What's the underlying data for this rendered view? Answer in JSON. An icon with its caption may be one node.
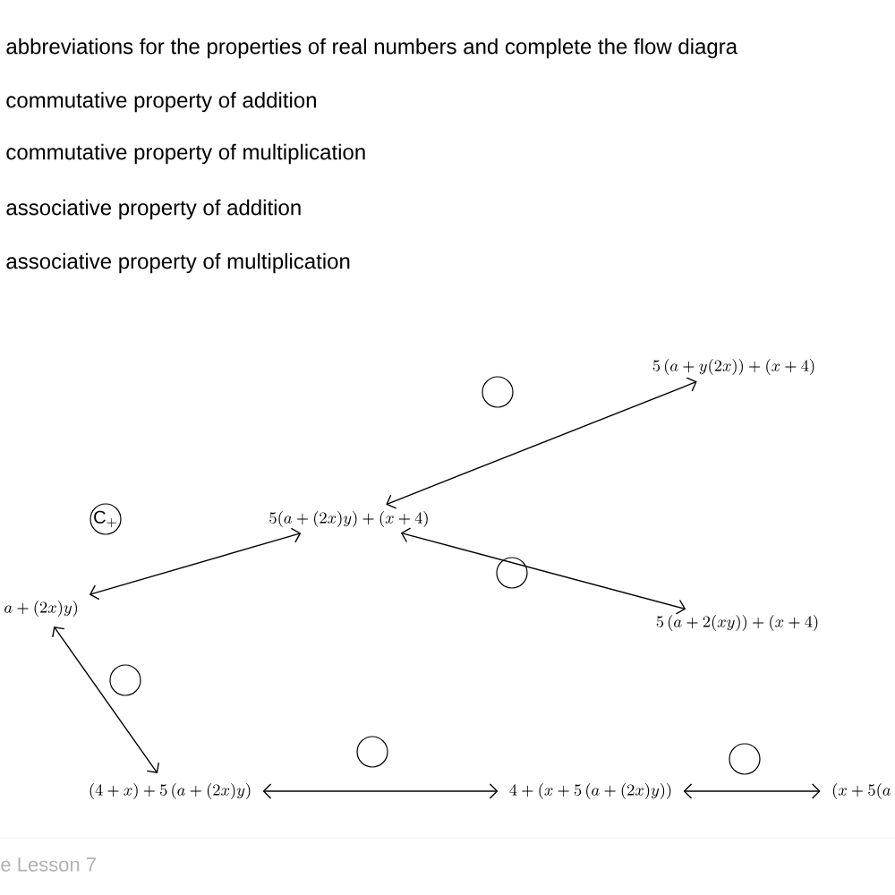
{
  "diagram": {
    "nodes": [
      {
        "text": [
          "5(a+(2x)y)+(x+4)"
        ]
      },
      {
        "text": [
          "5\\left(a+y(2x)\\right)+(x+4)"
        ]
      },
      {
        "text": [
          "5\\left(a+2(xy)\\right)+(x+4)"
        ]
      },
      {
        "text": [
          "a+(2x)y)"
        ]
      },
      {
        "text": [
          "(4+x)+5\\left(a+(2x)y\\right)"
        ]
      },
      {
        "text": [
          "4+\\left(x+5\\left(a+(2x)y\\right)\\right)"
        ]
      },
      {
        "text": [
          "(x+5(a"
        ]
      },
      {
        "text": [
          "\\mathrm{C}_{+}"
        ]
      },
      {
        "text": [],
        "shape": "circle"
      },
      {
        "text": [],
        "shape": "circle"
      },
      {
        "text": [],
        "shape": "circle"
      },
      {
        "text": [],
        "shape": "circle"
      },
      {
        "text": [],
        "shape": "circle"
      }
    ],
    "edges": [
      {
        "from": 3,
        "to": 0,
        "arrow": "both"
      },
      {
        "from": 0,
        "to": 1,
        "arrow": "both"
      },
      {
        "from": 0,
        "to": 2,
        "arrow": "both"
      },
      {
        "from": 3,
        "to": 4,
        "arrow": "both"
      },
      {
        "from": 4,
        "to": 5,
        "arrow": "both"
      },
      {
        "from": 5,
        "to": 6,
        "arrow": "both"
      }
    ],
    "labels": [
      "abbreviations for the properties of real numbers and complete the flow diagra",
      "commutative property of addition",
      "commutative property of multiplication",
      "associative property of addition",
      "associative property of multiplication",
      "e Lesson 7"
    ]
  }
}
